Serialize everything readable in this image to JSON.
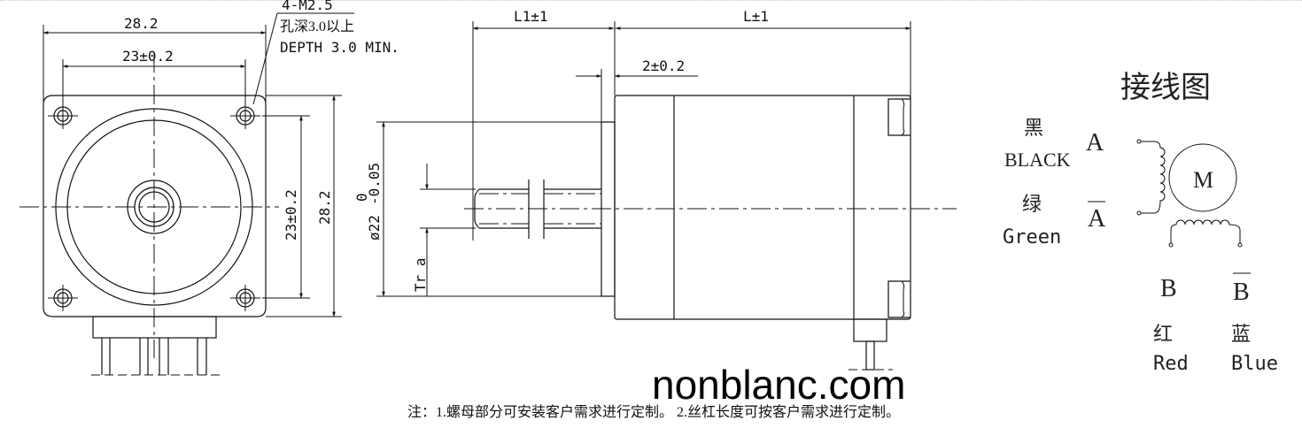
{
  "front_view": {
    "overall_width": "28.2",
    "hole_spacing_horizontal": "23±0.2",
    "hole_spacing_vertical": "23±0.2",
    "overall_height": "28.2",
    "hole_callout": {
      "thread": "4-M2.5",
      "depth_cn": "孔深3.0以上",
      "depth_en": "DEPTH 3.0 MIN."
    }
  },
  "side_view": {
    "screw_length": "L1±1",
    "body_length": "L±1",
    "boss_thickness": "2±0.2",
    "boss_diameter": "ø22",
    "boss_tolerance_upper": "0",
    "boss_tolerance_lower": "-0.05",
    "thread_label": "Tr a"
  },
  "wiring": {
    "title": "接线图",
    "motor_label": "M",
    "phase_a": {
      "label": "A",
      "color_cn": "黑",
      "color_en": "BLACK"
    },
    "phase_a_bar": {
      "label": "A",
      "color_cn": "绿",
      "color_en": "Green"
    },
    "phase_b": {
      "label": "B",
      "color_cn": "红",
      "color_en": "Red"
    },
    "phase_b_bar": {
      "label": "B",
      "color_cn": "蓝",
      "color_en": "Blue"
    }
  },
  "watermark": "nonblanc.com",
  "footnote": "注：1.螺母部分可安装客户需求进行定制。 2.丝杠长度可按客户需求进行定制。"
}
